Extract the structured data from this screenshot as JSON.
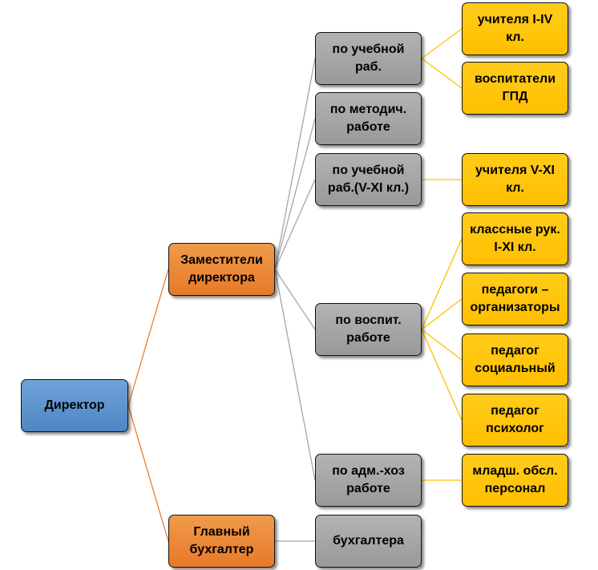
{
  "colors": {
    "blue": "#5b92cc",
    "orange": "#ed7d31",
    "gray": "#a6a6a6",
    "yellow": "#ffc000",
    "line_orange": "#ed7d31",
    "line_gray": "#a6a6a6",
    "line_yellow": "#ffc000"
  },
  "nodes": {
    "director": "Директор",
    "deputies": "Заместители\nдиректора",
    "chief_accountant": "Главный\nбухгалтер",
    "dep_study_primary": "по учебной\nраб.",
    "dep_method": "по методич.\nработе",
    "dep_study_secondary": "по учебной\nраб.(V-XI кл.)",
    "dep_upbringing": "по воспит.\nработе",
    "dep_admin": "по адм.-хоз\nработе",
    "accountants": "бухгалтера",
    "teachers_1_4": "учителя I-IV\nкл.",
    "gpd_educators": "воспитатели\nГПД",
    "teachers_5_11": "учителя V-XI\nкл.",
    "class_leaders": "классные рук.\nI-XI кл.",
    "organizers": "педагоги –\nорганизаторы",
    "social_teacher": "педагог\nсоциальный",
    "psychologist": "педагог\nпсихолог",
    "junior_staff": "младш. обсл.\nперсонал"
  }
}
